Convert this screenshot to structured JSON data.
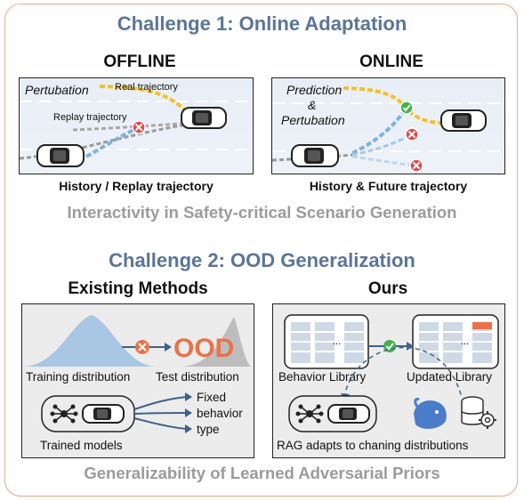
{
  "challenge1": {
    "title": "Challenge 1: Online Adaptation",
    "offline_heading": "OFFLINE",
    "online_heading": "ONLINE",
    "offline_panel": {
      "perturbation_label": "Pertubation",
      "real_label": "Real trajectory",
      "replay_label": "Replay trajectory",
      "caption": "History / Replay trajectory"
    },
    "online_panel": {
      "prediction_label": "Prediction",
      "amp_label": "&",
      "perturbation_label": "Pertubation",
      "caption": "History & Future trajectory"
    },
    "subtitle": "Interactivity in Safety-critical Scenario Generation"
  },
  "challenge2": {
    "title": "Challenge 2: OOD Generalization",
    "existing_heading": "Existing Methods",
    "ours_heading": "Ours",
    "existing_panel": {
      "ood_label": "OOD",
      "training_label": "Training distribution",
      "test_label": "Test distribution",
      "fixed_label_1": "Fixed",
      "fixed_label_2": "behavior",
      "fixed_label_3": "type",
      "trained_label": "Trained models"
    },
    "ours_panel": {
      "behavior_library_label": "Behavior Library",
      "updated_library_label": "Updated Library",
      "rag_label": "RAG adapts to chaning distributions",
      "ellipsis": "..."
    },
    "subtitle": "Generalizability of Learned Adversarial Priors"
  },
  "colors": {
    "heading_blue": "#5b7595",
    "border_orange": "#e9a98f",
    "ood_orange": "#e8734a",
    "real_traj_yellow": "#f2c12e",
    "replay_traj_blue": "#7fb2e0",
    "fail_red": "#e04a4a",
    "pass_green": "#44b04a",
    "training_dist_blue": "#a9c6e4",
    "test_dist_gray": "#bdbdbd"
  }
}
